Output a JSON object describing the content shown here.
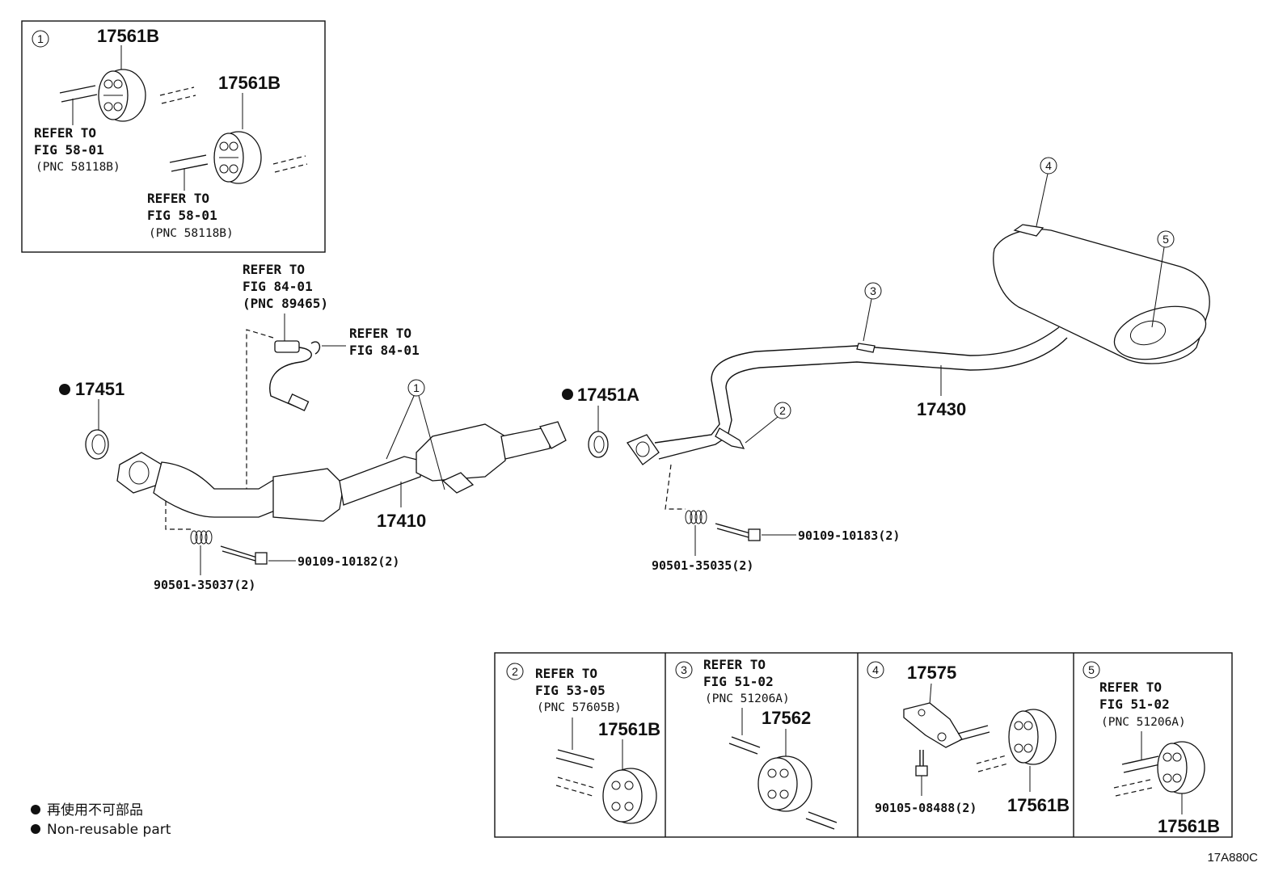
{
  "diagram_code": "17A880C",
  "legend": {
    "jp": "再使用不可部品",
    "en": "Non-reusable part"
  },
  "inset1": {
    "marker": "1",
    "part_a": "17561B",
    "part_b": "17561B",
    "ref1_line1": "REFER TO",
    "ref1_line2": "FIG 58-01",
    "ref1_line3": "(PNC 58118B)",
    "ref2_line1": "REFER TO",
    "ref2_line2": "FIG 58-01",
    "ref2_line3": "(PNC 58118B)"
  },
  "main": {
    "o2_ref_line1": "REFER TO",
    "o2_ref_line2": "FIG 84-01",
    "o2_ref_line3": "(PNC 89465)",
    "clip_ref_line1": "REFER TO",
    "clip_ref_line2": "FIG 84-01",
    "gasket_front": "17451",
    "gasket_rear": "17451A",
    "front_pipe": "17410",
    "tail_pipe": "17430",
    "spring_front": "90501-35037(2)",
    "bolt_front": "90109-10182(2)",
    "spring_rear": "90501-35035(2)",
    "bolt_rear": "90109-10183(2)",
    "marker1": "1",
    "marker2": "2",
    "marker3": "3",
    "marker4": "4",
    "marker5": "5"
  },
  "inset2": {
    "marker": "2",
    "ref_line1": "REFER TO",
    "ref_line2": "FIG 53-05",
    "ref_line3": "(PNC 57605B)",
    "part": "17561B"
  },
  "inset3": {
    "marker": "3",
    "ref_line1": "REFER TO",
    "ref_line2": "FIG 51-02",
    "ref_line3": "(PNC 51206A)",
    "part": "17562"
  },
  "inset4": {
    "marker": "4",
    "part_bracket": "17575",
    "part_bolt": "90105-08488(2)",
    "part_hanger": "17561B"
  },
  "inset5": {
    "marker": "5",
    "ref_line1": "REFER TO",
    "ref_line2": "FIG 51-02",
    "ref_line3": "(PNC 51206A)",
    "part": "17561B"
  }
}
